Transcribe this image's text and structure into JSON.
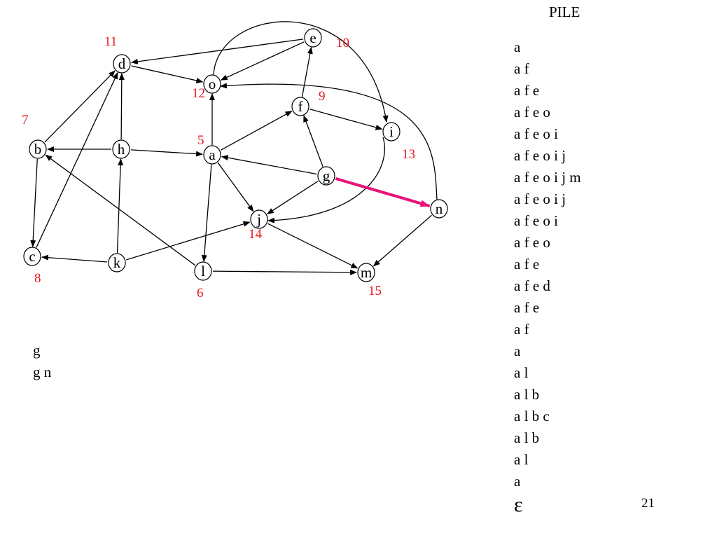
{
  "title": "PILE",
  "nodes": [
    {
      "id": "a",
      "label": "a",
      "order": "5"
    },
    {
      "id": "b",
      "label": "b",
      "order": "7"
    },
    {
      "id": "c",
      "label": "c",
      "order": "8"
    },
    {
      "id": "d",
      "label": "d",
      "order": "11"
    },
    {
      "id": "e",
      "label": "e",
      "order": "10"
    },
    {
      "id": "f",
      "label": "f",
      "order": "9"
    },
    {
      "id": "g",
      "label": "g",
      "order": ""
    },
    {
      "id": "h",
      "label": "h",
      "order": ""
    },
    {
      "id": "i",
      "label": "i",
      "order": "13"
    },
    {
      "id": "j",
      "label": "j",
      "order": "14"
    },
    {
      "id": "k",
      "label": "k",
      "order": ""
    },
    {
      "id": "l",
      "label": "l",
      "order": "6"
    },
    {
      "id": "m",
      "label": "m",
      "order": "15"
    },
    {
      "id": "n",
      "label": "n",
      "order": ""
    },
    {
      "id": "o",
      "label": "o",
      "order": "12"
    }
  ],
  "edges": [
    {
      "from": "a",
      "to": "f"
    },
    {
      "from": "a",
      "to": "o"
    },
    {
      "from": "a",
      "to": "j"
    },
    {
      "from": "a",
      "to": "l"
    },
    {
      "from": "f",
      "to": "e"
    },
    {
      "from": "f",
      "to": "i"
    },
    {
      "from": "e",
      "to": "d"
    },
    {
      "from": "e",
      "to": "o"
    },
    {
      "from": "o",
      "to": "i"
    },
    {
      "from": "i",
      "to": "j"
    },
    {
      "from": "d",
      "to": "o"
    },
    {
      "from": "b",
      "to": "d"
    },
    {
      "from": "b",
      "to": "c"
    },
    {
      "from": "c",
      "to": "d"
    },
    {
      "from": "h",
      "to": "d"
    },
    {
      "from": "h",
      "to": "b"
    },
    {
      "from": "h",
      "to": "a"
    },
    {
      "from": "k",
      "to": "h"
    },
    {
      "from": "k",
      "to": "c"
    },
    {
      "from": "k",
      "to": "j"
    },
    {
      "from": "l",
      "to": "b"
    },
    {
      "from": "l",
      "to": "m"
    },
    {
      "from": "j",
      "to": "m"
    },
    {
      "from": "g",
      "to": "a"
    },
    {
      "from": "g",
      "to": "f"
    },
    {
      "from": "g",
      "to": "j"
    },
    {
      "from": "g",
      "to": "n",
      "highlight": true
    },
    {
      "from": "n",
      "to": "o"
    },
    {
      "from": "n",
      "to": "m"
    }
  ],
  "stack_lines": [
    "a",
    "a f",
    "a f e",
    "a f e o",
    "a f e o i",
    "a f e o i j",
    "a f e o i j m",
    "a f e o i j",
    "a f e o i",
    "a f e o",
    "a f e",
    "a f e d",
    "a f e",
    "a f",
    "a",
    "a l",
    "a l b",
    "a l b c",
    "a l b",
    "a l",
    "a"
  ],
  "stack_bottom": "ε",
  "left_lines": [
    "g",
    "g n"
  ],
  "page_number": "21",
  "colors": {
    "text": "#000000",
    "order_numbers": "#e8141c",
    "highlight_edge": "#e8137a"
  }
}
